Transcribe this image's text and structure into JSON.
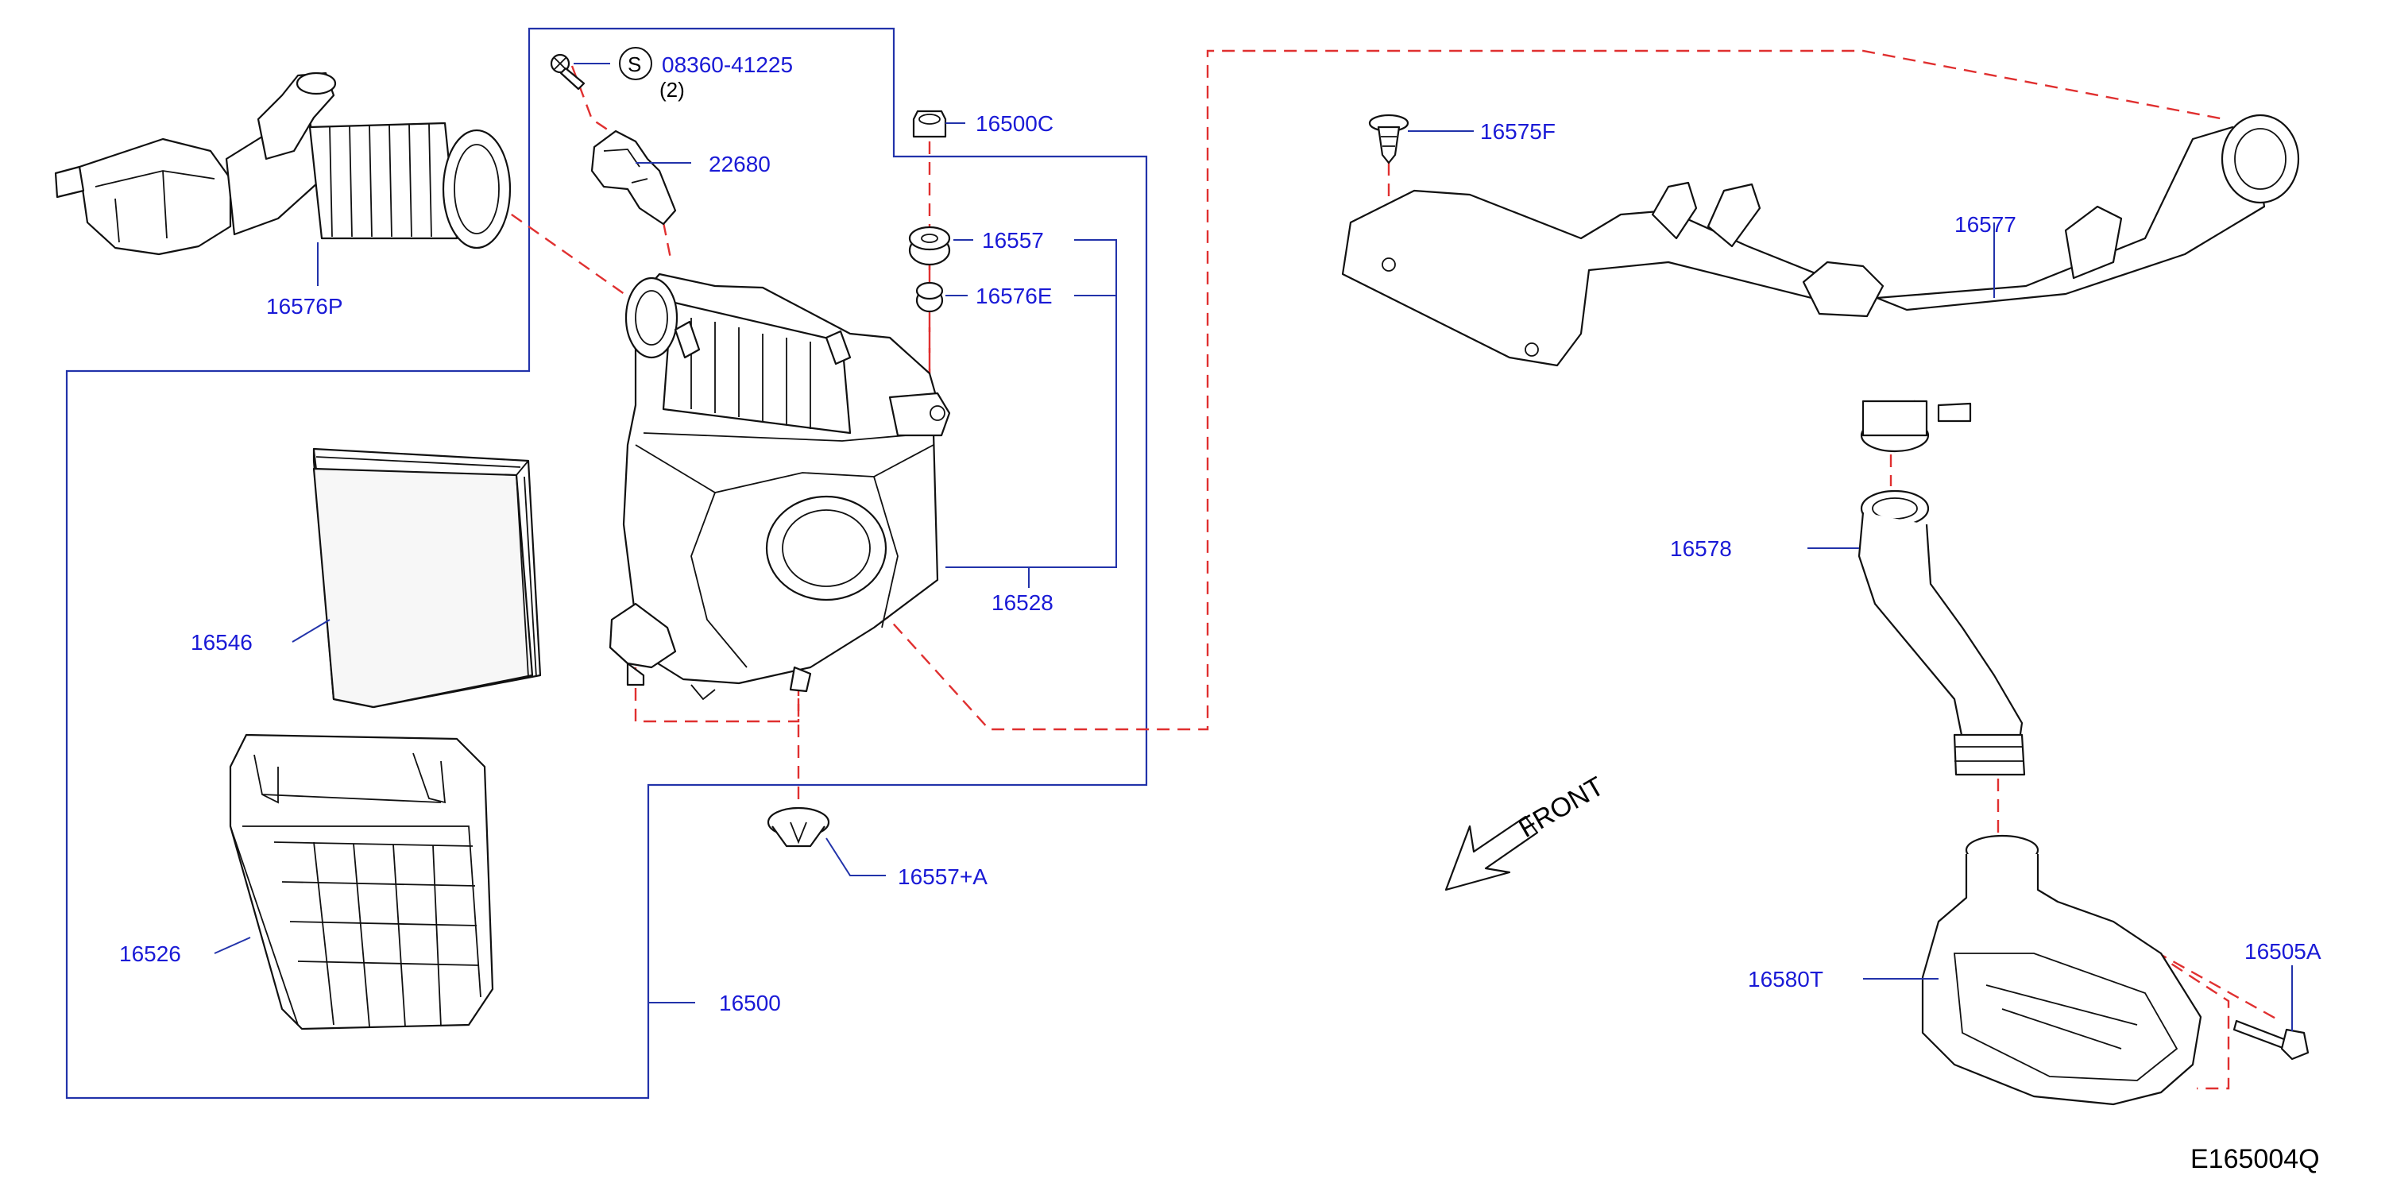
{
  "diagram_code": "E165004Q",
  "front_label": "FRONT",
  "screw_symbol": "S",
  "parts": {
    "p16576P": "16576P",
    "p08360": "08360-41225",
    "p08360_qty": "(2)",
    "p22680": "22680",
    "p16500C": "16500C",
    "p16557": "16557",
    "p16576E": "16576E",
    "p16528": "16528",
    "p16546": "16546",
    "p16526": "16526",
    "p16557A": "16557+A",
    "p16500": "16500",
    "p16575F": "16575F",
    "p16577": "16577",
    "p16578": "16578",
    "p16580T": "16580T",
    "p16505A": "16505A"
  },
  "colors": {
    "label_text": "#1a1ad6",
    "leader_line": "#2233aa",
    "assembly_dash": "#e03030",
    "outline": "#111111"
  }
}
